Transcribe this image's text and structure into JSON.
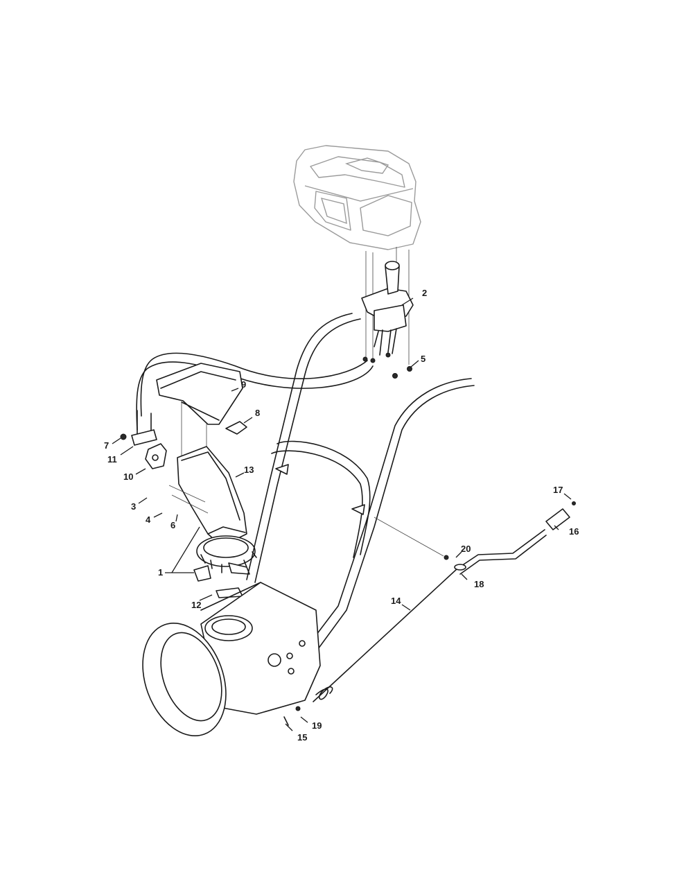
{
  "callouts": [
    {
      "id": "1",
      "label": "1"
    },
    {
      "id": "2",
      "label": "2"
    },
    {
      "id": "3",
      "label": "3"
    },
    {
      "id": "4",
      "label": "4"
    },
    {
      "id": "5",
      "label": "5"
    },
    {
      "id": "6",
      "label": "6"
    },
    {
      "id": "7",
      "label": "7"
    },
    {
      "id": "8",
      "label": "8"
    },
    {
      "id": "9",
      "label": "9"
    },
    {
      "id": "10",
      "label": "10"
    },
    {
      "id": "11",
      "label": "11"
    },
    {
      "id": "12",
      "label": "12"
    },
    {
      "id": "13",
      "label": "13"
    },
    {
      "id": "14",
      "label": "14"
    },
    {
      "id": "15",
      "label": "15"
    },
    {
      "id": "16",
      "label": "16"
    },
    {
      "id": "17",
      "label": "17"
    },
    {
      "id": "18",
      "label": "18"
    },
    {
      "id": "19",
      "label": "19"
    },
    {
      "id": "20",
      "label": "20"
    }
  ],
  "colors": {
    "line": "#1a1a1a",
    "ghost": "#9a9a9a",
    "background": "#ffffff"
  }
}
